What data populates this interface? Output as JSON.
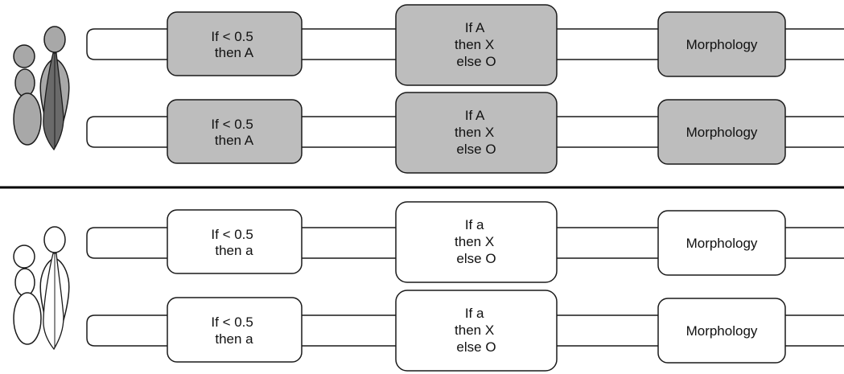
{
  "colors": {
    "filled_box": "#bdbdbd",
    "filled_figure_light": "#a8a8a8",
    "filled_figure_dark": "#6a6a6a",
    "empty_box": "#ffffff",
    "stroke": "#1a1a1a",
    "divider": "#000000"
  },
  "groups": [
    {
      "style": "filled",
      "chromosomes": [
        {
          "genes": [
            {
              "lines": [
                "If < 0.5",
                "then A"
              ]
            },
            {
              "lines": [
                "If A",
                "then X",
                "else O"
              ]
            },
            {
              "lines": [
                "Morphology"
              ]
            }
          ]
        },
        {
          "genes": [
            {
              "lines": [
                "If < 0.5",
                "then A"
              ]
            },
            {
              "lines": [
                "If A",
                "then X",
                "else O"
              ]
            },
            {
              "lines": [
                "Morphology"
              ]
            }
          ]
        }
      ]
    },
    {
      "style": "empty",
      "chromosomes": [
        {
          "genes": [
            {
              "lines": [
                "If < 0.5",
                "then a"
              ]
            },
            {
              "lines": [
                "If a",
                "then X",
                "else O"
              ]
            },
            {
              "lines": [
                "Morphology"
              ]
            }
          ]
        },
        {
          "genes": [
            {
              "lines": [
                "If < 0.5",
                "then a"
              ]
            },
            {
              "lines": [
                "If a",
                "then X",
                "else O"
              ]
            },
            {
              "lines": [
                "Morphology"
              ]
            }
          ]
        }
      ]
    }
  ]
}
